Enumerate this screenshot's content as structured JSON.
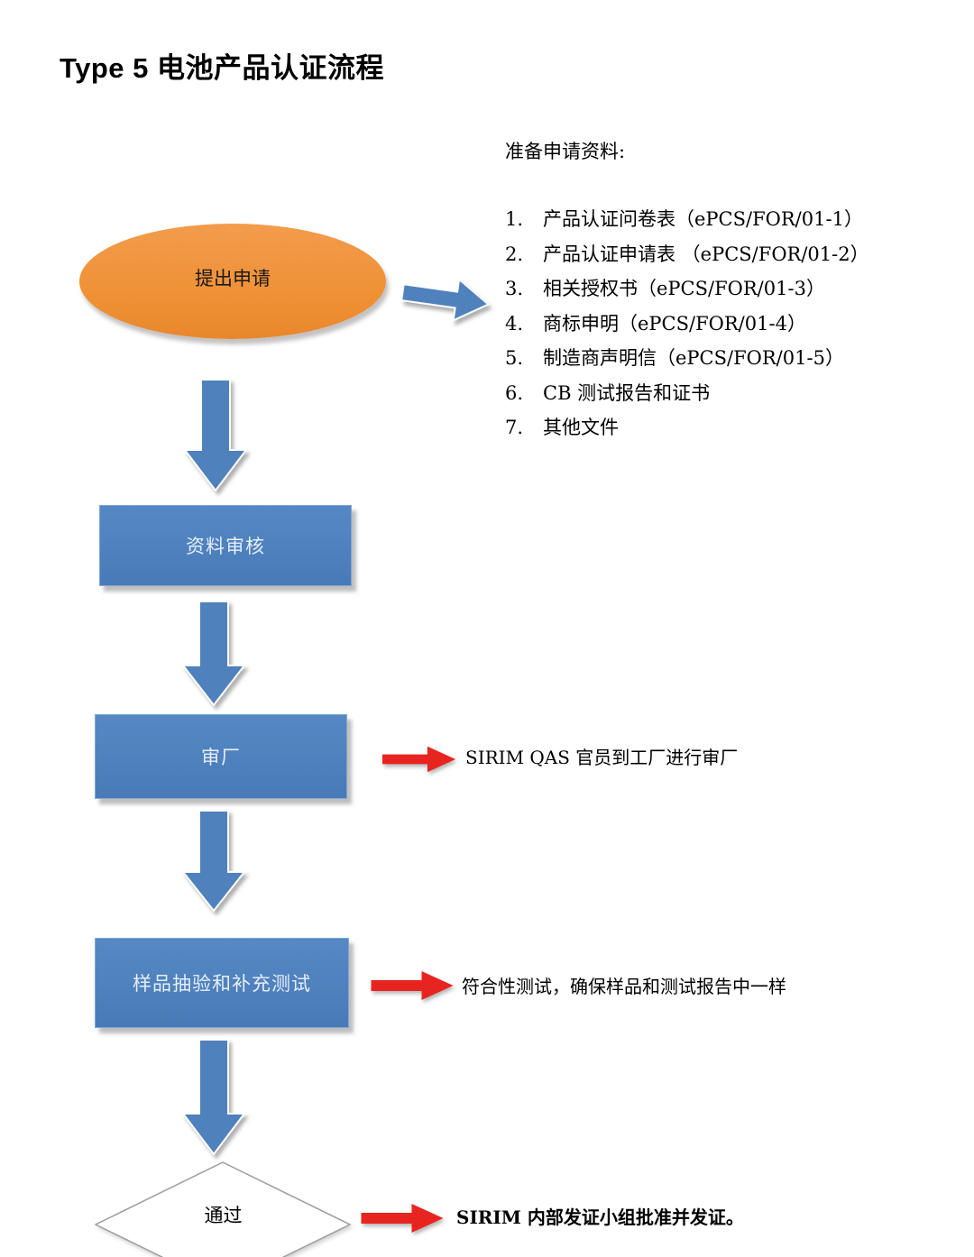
{
  "title": "Type 5  电池产品认证流程",
  "prep": {
    "heading": "准备申请资料:",
    "items": [
      {
        "num": "1.",
        "text": "产品认证问卷表（ePCS/FOR/01-1）"
      },
      {
        "num": "2.",
        "text": "产品认证申请表 （ePCS/FOR/01-2）"
      },
      {
        "num": "3.",
        "text": "相关授权书（ePCS/FOR/01-3）"
      },
      {
        "num": "4.",
        "text": "商标申明（ePCS/FOR/01-4）"
      },
      {
        "num": "5.",
        "text": "制造商声明信（ePCS/FOR/01-5）"
      },
      {
        "num": "6.",
        "text": "CB 测试报告和证书"
      },
      {
        "num": "7.",
        "text": "其他文件"
      }
    ]
  },
  "flow": {
    "start": "提出申请",
    "steps": [
      "资料审核",
      "审厂",
      "样品抽验和补充测试"
    ],
    "decision": "通过"
  },
  "annotations": [
    "SIRIM QAS  官员到工厂进行审厂",
    "符合性测试，确保样品和测试报告中一样",
    "SIRIM 内部发证小组批准并发证。"
  ],
  "colors": {
    "ellipse": "#EF8F33",
    "box": "#4F81BD",
    "block_arrow": "#4F81BD",
    "red_arrow": "#E82420"
  }
}
